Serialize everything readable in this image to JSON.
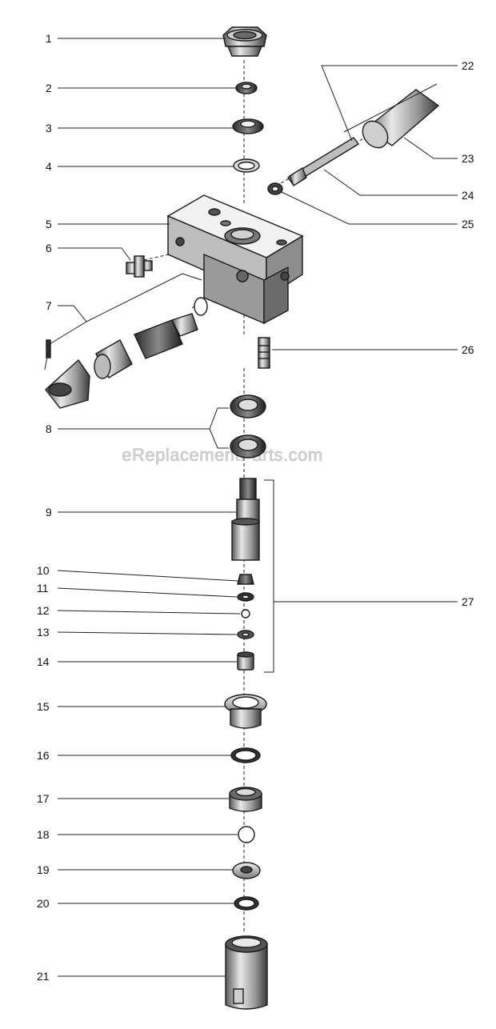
{
  "watermark": "eReplacementParts.com",
  "callouts": [
    "1",
    "2",
    "3",
    "4",
    "5",
    "6",
    "7",
    "8",
    "9",
    "10",
    "11",
    "12",
    "13",
    "14",
    "15",
    "16",
    "17",
    "18",
    "19",
    "20",
    "21",
    "22",
    "23",
    "24",
    "25",
    "26",
    "27"
  ]
}
